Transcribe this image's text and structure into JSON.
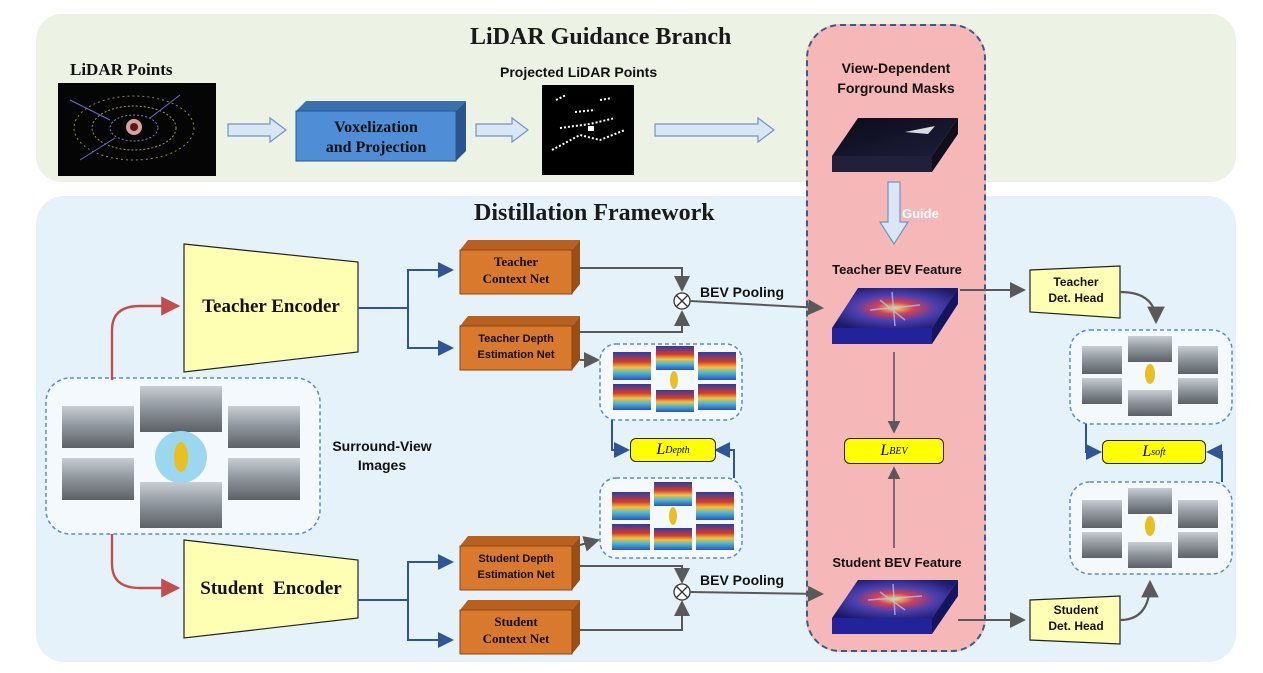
{
  "top_panel": {
    "title": "LiDAR Guidance Branch"
  },
  "bottom_panel": {
    "title": "Distillation Framework"
  },
  "lidar_points": {
    "label": "LiDAR Points"
  },
  "voxelization": {
    "line1": "Voxelization",
    "line2": "and Projection"
  },
  "projected_points": {
    "label": "Projected LiDAR Points"
  },
  "fg_masks": {
    "line1": "View-Dependent",
    "line2": "Forground Masks"
  },
  "guide": {
    "label": "Guide"
  },
  "teacher_encoder": {
    "label": "Teacher Encoder"
  },
  "student_encoder": {
    "label": "Student  Encoder"
  },
  "teacher_context": {
    "line1": "Teacher",
    "line2": "Context Net"
  },
  "teacher_depth": {
    "line1": "Teacher Depth",
    "line2": "Estimation Net"
  },
  "student_depth": {
    "line1": "Student Depth",
    "line2": "Estimation Net"
  },
  "student_context": {
    "line1": "Student",
    "line2": "Context Net"
  },
  "bev_pooling_teacher": "BEV Pooling",
  "bev_pooling_student": "BEV Pooling",
  "teacher_bev": {
    "label": "Teacher BEV Feature"
  },
  "student_bev": {
    "label": "Student BEV Feature"
  },
  "surround_view": {
    "line1": "Surround-View",
    "line2": "Images"
  },
  "loss_depth": {
    "base": "L",
    "sub": "Depth"
  },
  "loss_bev": {
    "base": "L",
    "sub": "BEV"
  },
  "loss_soft": {
    "base": "L",
    "sub": "soft"
  },
  "teacher_head": {
    "line1": "Teacher",
    "line2": "Det. Head"
  },
  "student_head": {
    "line1": "Student",
    "line2": "Det. Head"
  },
  "colors": {
    "lidar_panel": "#ecf2e4",
    "distill_panel": "#e6f2f9",
    "view_mask_column": "#f6b7b8",
    "encoder_fill": "#ffffb3",
    "net_fill": "#d9792e",
    "voxel_fill": "#4f8ed6",
    "loss_fill": "#ffff00",
    "arrow_blue": "#2f5597",
    "arrow_red": "#c0504d",
    "arrow_gray": "#595959"
  }
}
